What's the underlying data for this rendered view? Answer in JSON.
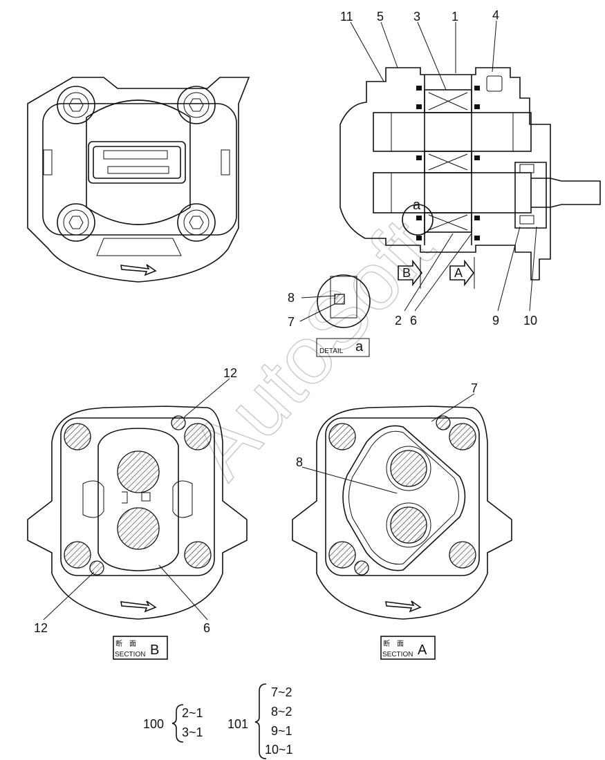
{
  "callouts": {
    "p1": "1",
    "p2": "2",
    "p3": "3",
    "p4": "4",
    "p5": "5",
    "p6": "6",
    "p7": "7",
    "p8": "8",
    "p9": "9",
    "p10": "10",
    "p11": "11",
    "p12": "12",
    "a": "a"
  },
  "views": {
    "detail_caption": "DETAIL",
    "detail_letter": "a",
    "section_kanji": "断　面",
    "section_word": "SECTION",
    "section_b_letter": "B",
    "section_a_letter": "A",
    "arrow_b": "B",
    "arrow_a": "A"
  },
  "kits": {
    "kit100": {
      "number": "100",
      "lines": [
        "2~1",
        "3~1"
      ]
    },
    "kit101": {
      "number": "101",
      "lines": [
        "7~2",
        "8~2",
        "9~1",
        "10~1"
      ]
    }
  },
  "watermark": "AutoSoft"
}
